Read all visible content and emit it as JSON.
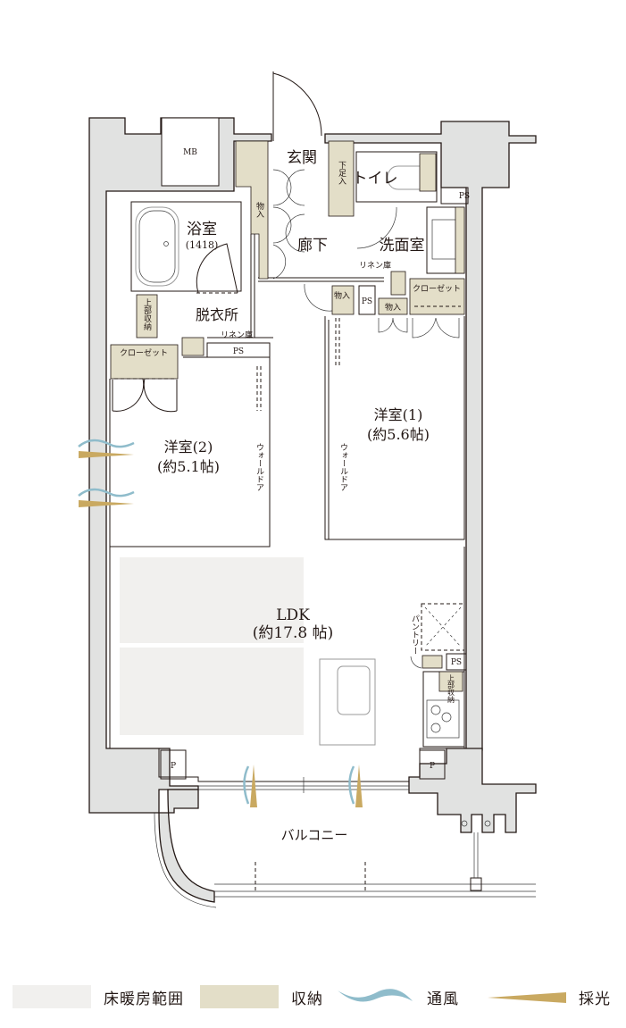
{
  "rooms": {
    "genkan": "玄関",
    "toilet": "トイレ",
    "bath": "浴室",
    "bath_size": "(1418)",
    "hallway": "廊下",
    "washroom": "洗面室",
    "dressing": "脱衣所",
    "western2_name": "洋室(2)",
    "western2_size": "(約5.1帖)",
    "western1_name": "洋室(1)",
    "western1_size": "(約5.6帖)",
    "ldk_name": "LDK",
    "ldk_size": "(約17.8 帖)",
    "balcony": "バルコニー"
  },
  "labels": {
    "mb": "MB",
    "ps": "PS",
    "p": "P",
    "storage": "物入",
    "shoe_storage": "下足入",
    "upper_storage": "上部収納",
    "closet": "クローゼット",
    "linen": "リネン庫",
    "wall_door": "ウォールドア",
    "pantry": "パントリー"
  },
  "legend": [
    {
      "label": "床暖房範囲",
      "type": "swatch",
      "color": "#f1f0ee"
    },
    {
      "label": "収納",
      "type": "swatch",
      "color": "#e3dec8"
    },
    {
      "label": "通風",
      "type": "wave",
      "color": "#8fbccb"
    },
    {
      "label": "採光",
      "type": "wedge",
      "color": "#c9a961"
    }
  ],
  "colors": {
    "wall": "#e1e2e1",
    "storage": "#e3dec8",
    "floor_heating": "#f1f0ee",
    "ventilation": "#8fbccb",
    "daylight": "#c9a961",
    "ink": "#231815"
  }
}
